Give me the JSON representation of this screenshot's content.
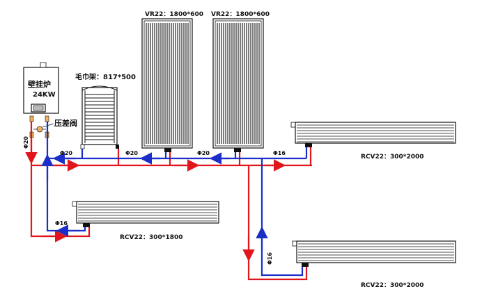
{
  "boiler": {
    "name": "壁挂炉",
    "power": "24KW"
  },
  "valve_label": "压差阀",
  "towel_rack_label": "毛巾架：817*500",
  "radiators": {
    "vr_left": "VR22：1800*600",
    "vr_right": "VR22：1800*600",
    "rcv_right": "RCV22：300*2000",
    "rcv_left_bottom": "RCV22：300*1800",
    "rcv_bottom": "RCV22：300*2000"
  },
  "pipe_sizes": {
    "main_vertical": "Φ20",
    "seg1": "Φ20",
    "seg2": "Φ20",
    "seg3": "Φ20",
    "seg4": "Φ16",
    "left_bottom": "Φ16",
    "bottom_branch": "Φ16"
  },
  "colors": {
    "supply": "#e0161c",
    "return": "#1b2fc8"
  }
}
